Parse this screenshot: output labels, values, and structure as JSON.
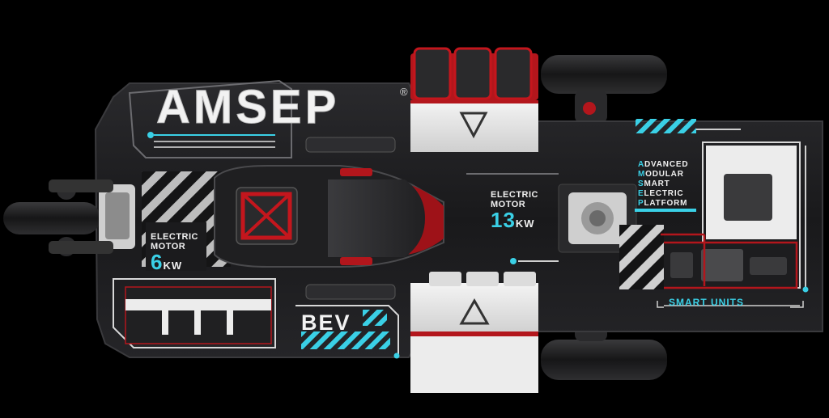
{
  "brand": {
    "name": "AMSEP",
    "registered": "®"
  },
  "rear_motor": {
    "label_line1": "ELECTRIC",
    "label_line2": "MOTOR",
    "value": "6",
    "unit": "KW"
  },
  "front_motor": {
    "label_line1": "ELECTRIC",
    "label_line2": "MOTOR",
    "value": "13",
    "unit": "KW"
  },
  "badge": {
    "text": "BEV"
  },
  "acronym": {
    "lines": [
      {
        "initial": "A",
        "rest": "DVANCED"
      },
      {
        "initial": "M",
        "rest": "ODULAR"
      },
      {
        "initial": "S",
        "rest": "MART"
      },
      {
        "initial": "E",
        "rest": "LECTRIC"
      },
      {
        "initial": "P",
        "rest": "LATFORM"
      }
    ]
  },
  "smart_units_label": "SMART UNITS",
  "colors": {
    "accent": "#3ad0e6",
    "chassis": "#1b1b1d",
    "red_trim": "#b3161c",
    "panel": "#e9e9e9"
  }
}
